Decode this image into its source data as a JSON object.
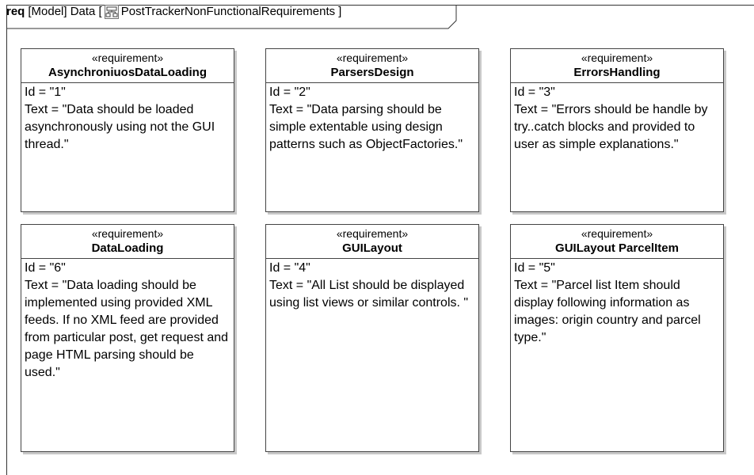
{
  "diagram": {
    "kind": "req",
    "header_text": "[Model] Data [",
    "diagram_name": "PostTrackerNonFunctionalRequirements",
    "header_close": "]"
  },
  "requirements": [
    {
      "stereotype": "«requirement»",
      "name": "AsynchroniuosDataLoading",
      "id_line": "Id = \"1\"",
      "text_line": "Text = \"Data should be loaded asynchronously using not the GUI thread.\""
    },
    {
      "stereotype": "«requirement»",
      "name": "ParsersDesign",
      "id_line": "Id = \"2\"",
      "text_line": "Text = \"Data parsing should be simple extentable using design patterns such as ObjectFactories.\""
    },
    {
      "stereotype": "«requirement»",
      "name": "ErrorsHandling",
      "id_line": "Id = \"3\"",
      "text_line": "Text = \"Errors should be handle by try..catch blocks and provided to user as simple explanations.\""
    },
    {
      "stereotype": "«requirement»",
      "name": "DataLoading",
      "id_line": "Id = \"6\"",
      "text_line": "Text = \"Data loading should be implemented using provided XML feeds. If no XML feed are provided from particular post, get request and page HTML parsing should be used.\""
    },
    {
      "stereotype": "«requirement»",
      "name": "GUILayout",
      "id_line": "Id = \"4\"",
      "text_line": "Text = \"All List should be displayed using list views or similar controls. \""
    },
    {
      "stereotype": "«requirement»",
      "name": "GUILayout ParcelItem",
      "id_line": "Id = \"5\"",
      "text_line": "Text = \"Parcel list Item should display following information as images: origin country and parcel type.\""
    }
  ]
}
